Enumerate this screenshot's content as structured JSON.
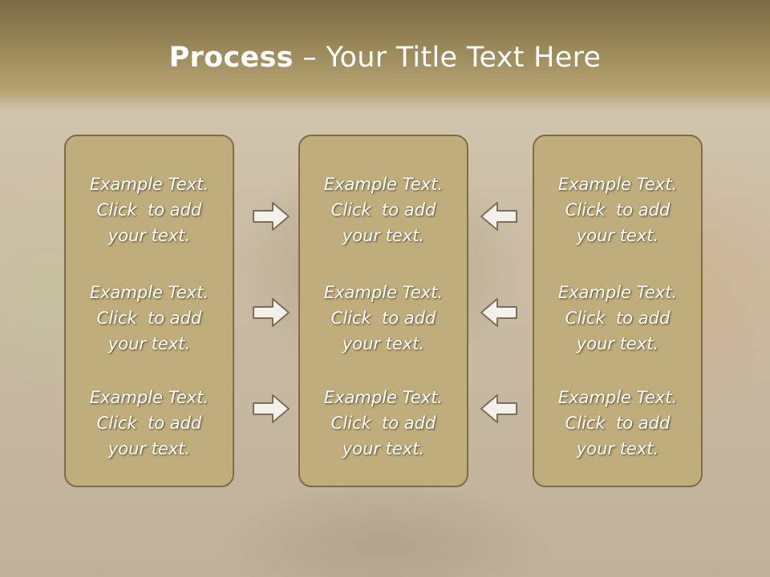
{
  "slide": {
    "title_bold": "Process",
    "title_rest": " – Your Title Text Here"
  },
  "columns": [
    {
      "items": [
        {
          "line1": "Example Text.",
          "line2": "Click  to add",
          "line3": "your text."
        },
        {
          "line1": "Example Text.",
          "line2": "Click  to add",
          "line3": "your text."
        },
        {
          "line1": "Example Text.",
          "line2": "Click  to add",
          "line3": "your text."
        }
      ]
    },
    {
      "items": [
        {
          "line1": "Example Text.",
          "line2": "Click  to add",
          "line3": "your text."
        },
        {
          "line1": "Example Text.",
          "line2": "Click  to add",
          "line3": "your text."
        },
        {
          "line1": "Example Text.",
          "line2": "Click  to add",
          "line3": "your text."
        }
      ]
    },
    {
      "items": [
        {
          "line1": "Example Text.",
          "line2": "Click  to add",
          "line3": "your text."
        },
        {
          "line1": "Example Text.",
          "line2": "Click  to add",
          "line3": "your text."
        },
        {
          "line1": "Example Text.",
          "line2": "Click  to add",
          "line3": "your text."
        }
      ]
    }
  ],
  "icons": {
    "left_arrows": "arrow-right-icon",
    "right_arrows": "arrow-left-icon"
  },
  "colors": {
    "panel_fill": "#bfad7b",
    "panel_border": "#7f6d44",
    "title_band": "#9c8a5a",
    "text": "#ffffff"
  }
}
